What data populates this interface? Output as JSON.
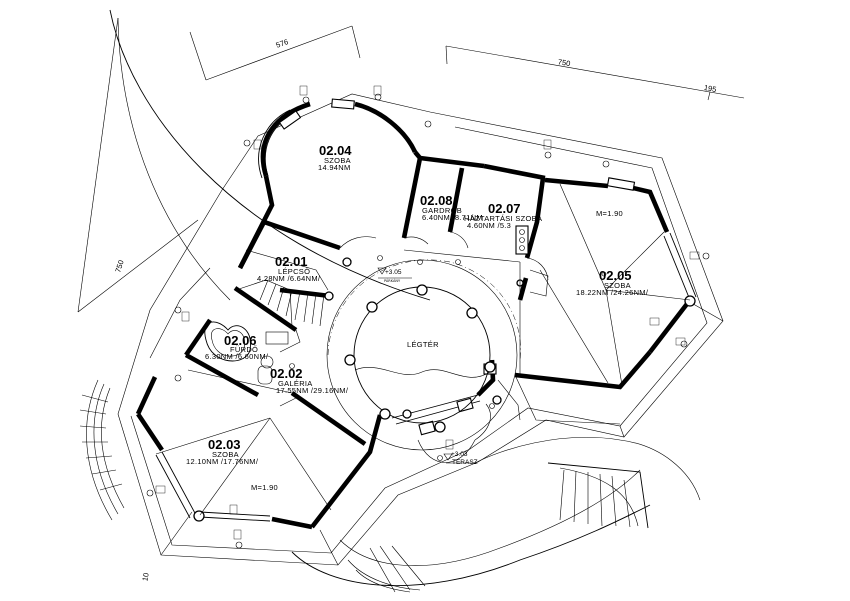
{
  "rooms": {
    "r0201": {
      "number": "02.01",
      "name": "LÉPCSŐ",
      "area": "4.28NM /6.64NM/"
    },
    "r0202": {
      "number": "02.02",
      "name": "GALÉRIA",
      "area": "17.55NM /29.16NM/"
    },
    "r0203": {
      "number": "02.03",
      "name": "SZOBA",
      "area": "12.10NM /17.76NM/"
    },
    "r0204": {
      "number": "02.04",
      "name": "SZOBA",
      "area": "14.94NM"
    },
    "r0205": {
      "number": "02.05",
      "name": "SZOBA",
      "area": "18.22NM /24.26NM/"
    },
    "r0206": {
      "number": "02.06",
      "name": "FÜRDŐ",
      "area": "6.30NM /6.60NM/"
    },
    "r0207": {
      "number": "02.07",
      "name": "HÁZTARTÁSI SZOBA",
      "area": "4.60NM /5.3"
    },
    "r0208": {
      "number": "02.08",
      "name": "GARDRÓB",
      "area": "6.40NM /8.71NM"
    }
  },
  "labels": {
    "legter": "LÉGTÉR",
    "m190_right": "M=1.90",
    "m190_left": "M=1.90",
    "level_a": "+3.05",
    "level_a_sub": "PÁRKÁNY",
    "level_b": "+3.03",
    "level_b_sub": "TERASZ"
  },
  "dimensions": {
    "d576": "576",
    "d750_top": "750",
    "d195": "195",
    "d750_left": "750",
    "d10": "10"
  }
}
